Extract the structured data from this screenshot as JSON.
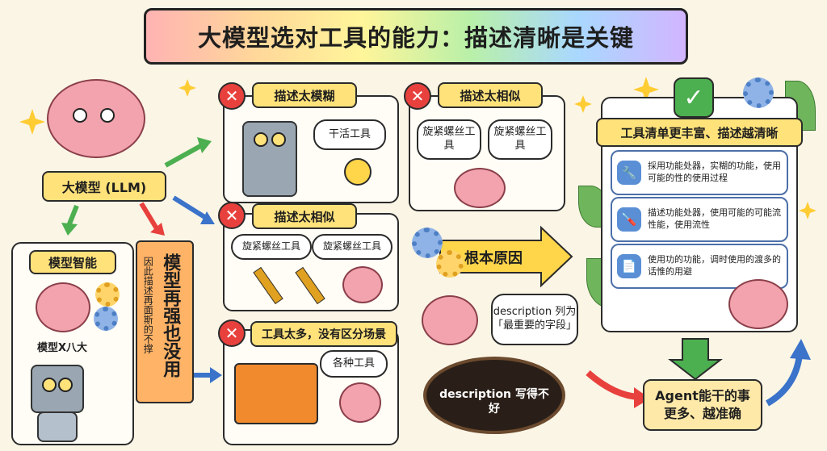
{
  "title": "大模型选对工具的能力：描述清晰是关键",
  "llm": {
    "label": "大模型 (LLM)"
  },
  "intelligence": {
    "tag": "模型智能",
    "caption": "模型Ⅹ八大",
    "banner_main": "模型再强也没用",
    "banner_sub": "因此描述再面斯的不撑"
  },
  "problem_vague": {
    "tag": "描述太模糊",
    "bubble": "干活工具"
  },
  "problem_similar_top": {
    "tag": "描述太相似",
    "bubble_a": "旋紧螺丝工具",
    "bubble_b": "旋紧螺丝工具"
  },
  "problem_similar_mid": {
    "tag": "描述太相似",
    "bubble_a": "旋紧螺丝工具",
    "bubble_b": "旋紧螺丝工具"
  },
  "problem_many": {
    "tag": "工具太多，没有区分场景",
    "bubble": "各种工具"
  },
  "root": {
    "label": "根本原因",
    "bubble": "description 列为「最重要的字段」",
    "hole_text": "description 写得不好"
  },
  "solution": {
    "title": "工具清单更丰富、描述越清晰",
    "items": [
      {
        "text": "採用功能处器，实糊的功能，使用可能的性的使用过程"
      },
      {
        "text": "描述功能处器，使用可能的可能流性能，使用流性"
      },
      {
        "text": "使用功的功能，调时使用的渡多的话惟的用避"
      }
    ]
  },
  "result": {
    "text": "Agent能干的事 更多、越准确"
  },
  "colors": {
    "red": "#e8413d",
    "yellow": "#ffe27a",
    "blue": "#5a8fd6",
    "green": "#4caf50"
  }
}
